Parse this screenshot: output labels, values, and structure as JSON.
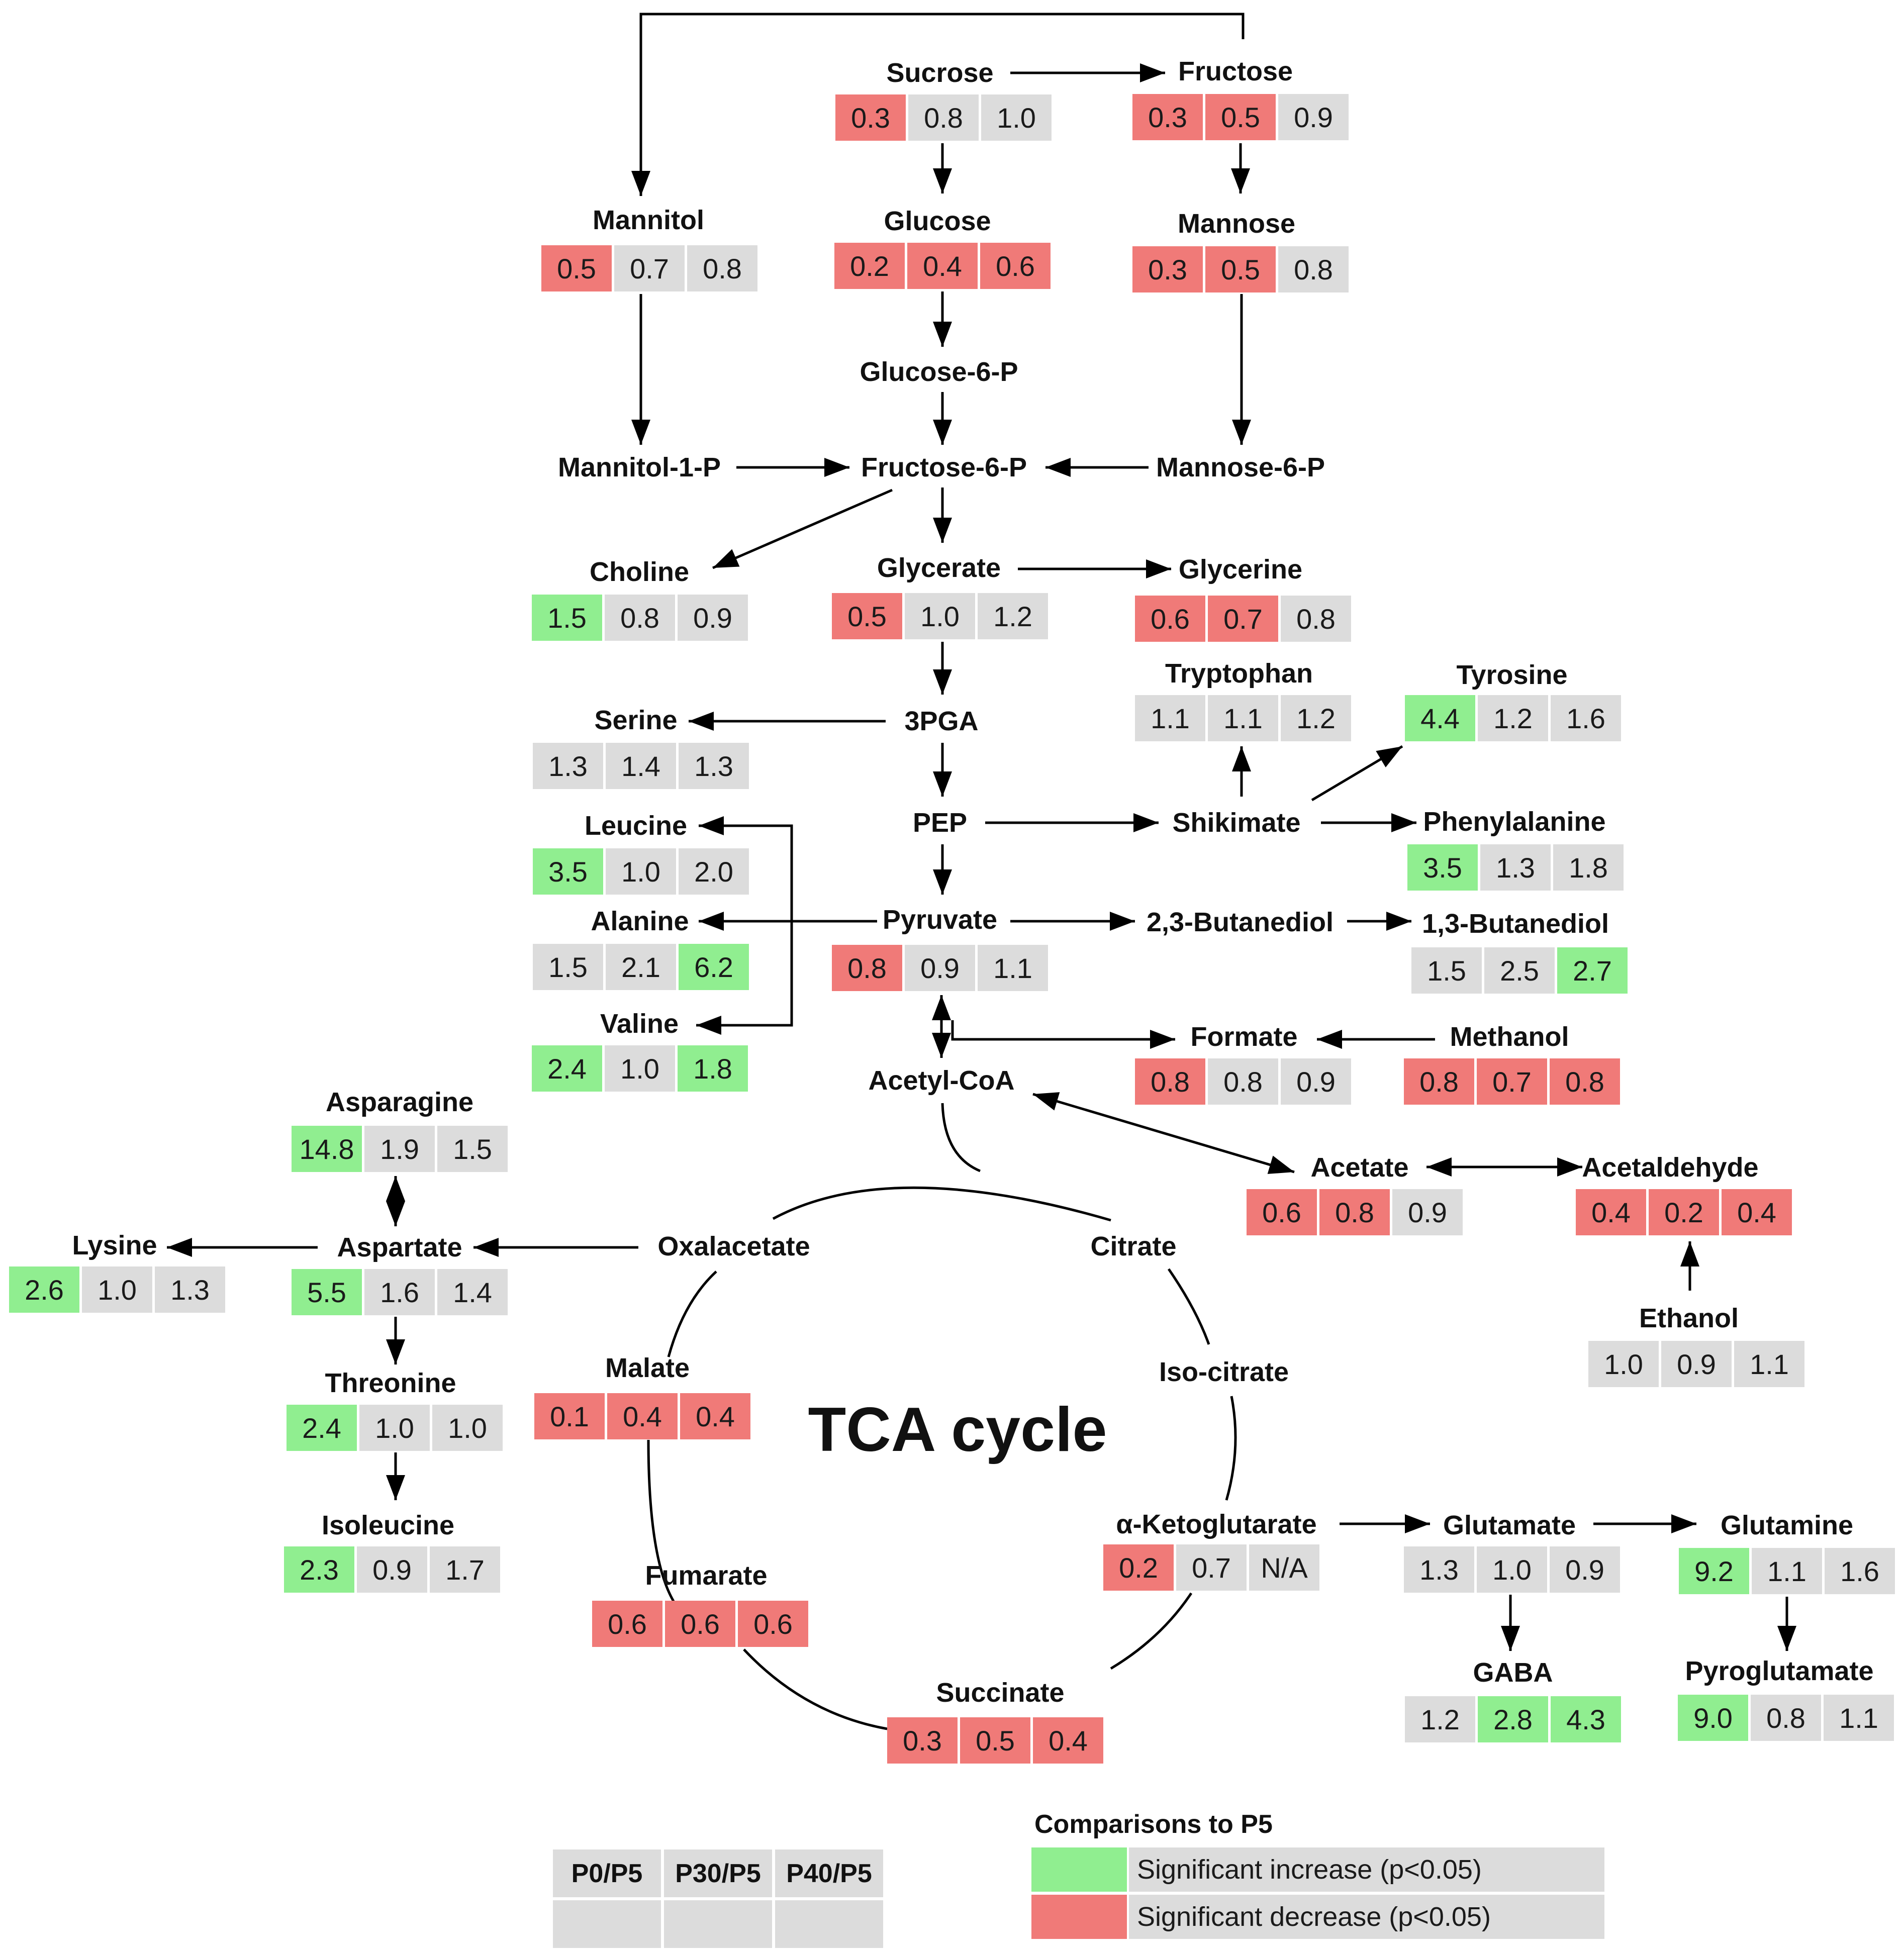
{
  "title": "TCA cycle",
  "metabolites": [
    {
      "id": "sucrose",
      "name": "Sucrose",
      "values": [
        {
          "v": "0.3",
          "s": "down"
        },
        {
          "v": "0.8",
          "s": "ns"
        },
        {
          "v": "1.0",
          "s": "ns"
        }
      ]
    },
    {
      "id": "fructose",
      "name": "Fructose",
      "values": [
        {
          "v": "0.3",
          "s": "down"
        },
        {
          "v": "0.5",
          "s": "down"
        },
        {
          "v": "0.9",
          "s": "ns"
        }
      ]
    },
    {
      "id": "mannitol",
      "name": "Mannitol",
      "values": [
        {
          "v": "0.5",
          "s": "down"
        },
        {
          "v": "0.7",
          "s": "ns"
        },
        {
          "v": "0.8",
          "s": "ns"
        }
      ]
    },
    {
      "id": "glucose",
      "name": "Glucose",
      "values": [
        {
          "v": "0.2",
          "s": "down"
        },
        {
          "v": "0.4",
          "s": "down"
        },
        {
          "v": "0.6",
          "s": "down"
        }
      ]
    },
    {
      "id": "mannose",
      "name": "Mannose",
      "values": [
        {
          "v": "0.3",
          "s": "down"
        },
        {
          "v": "0.5",
          "s": "down"
        },
        {
          "v": "0.8",
          "s": "ns"
        }
      ]
    },
    {
      "id": "choline",
      "name": "Choline",
      "values": [
        {
          "v": "1.5",
          "s": "up"
        },
        {
          "v": "0.8",
          "s": "ns"
        },
        {
          "v": "0.9",
          "s": "ns"
        }
      ]
    },
    {
      "id": "glycerate",
      "name": "Glycerate",
      "values": [
        {
          "v": "0.5",
          "s": "down"
        },
        {
          "v": "1.0",
          "s": "ns"
        },
        {
          "v": "1.2",
          "s": "ns"
        }
      ]
    },
    {
      "id": "glycerine",
      "name": "Glycerine",
      "values": [
        {
          "v": "0.6",
          "s": "down"
        },
        {
          "v": "0.7",
          "s": "down"
        },
        {
          "v": "0.8",
          "s": "ns"
        }
      ]
    },
    {
      "id": "tryptophan",
      "name": "Tryptophan",
      "values": [
        {
          "v": "1.1",
          "s": "ns"
        },
        {
          "v": "1.1",
          "s": "ns"
        },
        {
          "v": "1.2",
          "s": "ns"
        }
      ]
    },
    {
      "id": "tyrosine",
      "name": "Tyrosine",
      "values": [
        {
          "v": "4.4",
          "s": "up"
        },
        {
          "v": "1.2",
          "s": "ns"
        },
        {
          "v": "1.6",
          "s": "ns"
        }
      ]
    },
    {
      "id": "serine",
      "name": "Serine",
      "values": [
        {
          "v": "1.3",
          "s": "ns"
        },
        {
          "v": "1.4",
          "s": "ns"
        },
        {
          "v": "1.3",
          "s": "ns"
        }
      ]
    },
    {
      "id": "leucine",
      "name": "Leucine",
      "values": [
        {
          "v": "3.5",
          "s": "up"
        },
        {
          "v": "1.0",
          "s": "ns"
        },
        {
          "v": "2.0",
          "s": "ns"
        }
      ]
    },
    {
      "id": "phenylalanine",
      "name": "Phenylalanine",
      "values": [
        {
          "v": "3.5",
          "s": "up"
        },
        {
          "v": "1.3",
          "s": "ns"
        },
        {
          "v": "1.8",
          "s": "ns"
        }
      ]
    },
    {
      "id": "alanine",
      "name": "Alanine",
      "values": [
        {
          "v": "1.5",
          "s": "ns"
        },
        {
          "v": "2.1",
          "s": "ns"
        },
        {
          "v": "6.2",
          "s": "up"
        }
      ]
    },
    {
      "id": "pyruvate",
      "name": "Pyruvate",
      "values": [
        {
          "v": "0.8",
          "s": "down"
        },
        {
          "v": "0.9",
          "s": "ns"
        },
        {
          "v": "1.1",
          "s": "ns"
        }
      ]
    },
    {
      "id": "butanediol13",
      "name": "1,3-Butanediol",
      "values": [
        {
          "v": "1.5",
          "s": "ns"
        },
        {
          "v": "2.5",
          "s": "ns"
        },
        {
          "v": "2.7",
          "s": "up"
        }
      ]
    },
    {
      "id": "valine",
      "name": "Valine",
      "values": [
        {
          "v": "2.4",
          "s": "up"
        },
        {
          "v": "1.0",
          "s": "ns"
        },
        {
          "v": "1.8",
          "s": "up"
        }
      ]
    },
    {
      "id": "formate",
      "name": "Formate",
      "values": [
        {
          "v": "0.8",
          "s": "down"
        },
        {
          "v": "0.8",
          "s": "ns"
        },
        {
          "v": "0.9",
          "s": "ns"
        }
      ]
    },
    {
      "id": "methanol",
      "name": "Methanol",
      "values": [
        {
          "v": "0.8",
          "s": "down"
        },
        {
          "v": "0.7",
          "s": "down"
        },
        {
          "v": "0.8",
          "s": "down"
        }
      ]
    },
    {
      "id": "asparagine",
      "name": "Asparagine",
      "values": [
        {
          "v": "14.8",
          "s": "up"
        },
        {
          "v": "1.9",
          "s": "ns"
        },
        {
          "v": "1.5",
          "s": "ns"
        }
      ]
    },
    {
      "id": "acetate",
      "name": "Acetate",
      "values": [
        {
          "v": "0.6",
          "s": "down"
        },
        {
          "v": "0.8",
          "s": "down"
        },
        {
          "v": "0.9",
          "s": "ns"
        }
      ]
    },
    {
      "id": "acetaldehyde",
      "name": "Acetaldehyde",
      "values": [
        {
          "v": "0.4",
          "s": "down"
        },
        {
          "v": "0.2",
          "s": "down"
        },
        {
          "v": "0.4",
          "s": "down"
        }
      ]
    },
    {
      "id": "lysine",
      "name": "Lysine",
      "values": [
        {
          "v": "2.6",
          "s": "up"
        },
        {
          "v": "1.0",
          "s": "ns"
        },
        {
          "v": "1.3",
          "s": "ns"
        }
      ]
    },
    {
      "id": "aspartate",
      "name": "Aspartate",
      "values": [
        {
          "v": "5.5",
          "s": "up"
        },
        {
          "v": "1.6",
          "s": "ns"
        },
        {
          "v": "1.4",
          "s": "ns"
        }
      ]
    },
    {
      "id": "ethanol",
      "name": "Ethanol",
      "values": [
        {
          "v": "1.0",
          "s": "ns"
        },
        {
          "v": "0.9",
          "s": "ns"
        },
        {
          "v": "1.1",
          "s": "ns"
        }
      ]
    },
    {
      "id": "threonine",
      "name": "Threonine",
      "values": [
        {
          "v": "2.4",
          "s": "up"
        },
        {
          "v": "1.0",
          "s": "ns"
        },
        {
          "v": "1.0",
          "s": "ns"
        }
      ]
    },
    {
      "id": "malate",
      "name": "Malate",
      "values": [
        {
          "v": "0.1",
          "s": "down"
        },
        {
          "v": "0.4",
          "s": "down"
        },
        {
          "v": "0.4",
          "s": "down"
        }
      ]
    },
    {
      "id": "isoleucine",
      "name": "Isoleucine",
      "values": [
        {
          "v": "2.3",
          "s": "up"
        },
        {
          "v": "0.9",
          "s": "ns"
        },
        {
          "v": "1.7",
          "s": "ns"
        }
      ]
    },
    {
      "id": "akg",
      "name": "α-Ketoglutarate",
      "values": [
        {
          "v": "0.2",
          "s": "down"
        },
        {
          "v": "0.7",
          "s": "ns"
        },
        {
          "v": "N/A",
          "s": "ns"
        }
      ]
    },
    {
      "id": "glutamate",
      "name": "Glutamate",
      "values": [
        {
          "v": "1.3",
          "s": "ns"
        },
        {
          "v": "1.0",
          "s": "ns"
        },
        {
          "v": "0.9",
          "s": "ns"
        }
      ]
    },
    {
      "id": "glutamine",
      "name": "Glutamine",
      "values": [
        {
          "v": "9.2",
          "s": "up"
        },
        {
          "v": "1.1",
          "s": "ns"
        },
        {
          "v": "1.6",
          "s": "ns"
        }
      ]
    },
    {
      "id": "fumarate",
      "name": "Fumarate",
      "values": [
        {
          "v": "0.6",
          "s": "down"
        },
        {
          "v": "0.6",
          "s": "down"
        },
        {
          "v": "0.6",
          "s": "down"
        }
      ]
    },
    {
      "id": "gaba",
      "name": "GABA",
      "values": [
        {
          "v": "1.2",
          "s": "ns"
        },
        {
          "v": "2.8",
          "s": "up"
        },
        {
          "v": "4.3",
          "s": "up"
        }
      ]
    },
    {
      "id": "pyroglutamate",
      "name": "Pyroglutamate",
      "values": [
        {
          "v": "9.0",
          "s": "up"
        },
        {
          "v": "0.8",
          "s": "ns"
        },
        {
          "v": "1.1",
          "s": "ns"
        }
      ]
    },
    {
      "id": "succinate",
      "name": "Succinate",
      "values": [
        {
          "v": "0.3",
          "s": "down"
        },
        {
          "v": "0.5",
          "s": "down"
        },
        {
          "v": "0.4",
          "s": "down"
        }
      ]
    }
  ],
  "nodes": [
    {
      "id": "glucose6p",
      "name": "Glucose-6-P"
    },
    {
      "id": "mannitol1p",
      "name": "Mannitol-1-P"
    },
    {
      "id": "fructose6p",
      "name": "Fructose-6-P"
    },
    {
      "id": "mannose6p",
      "name": "Mannose-6-P"
    },
    {
      "id": "pga3",
      "name": "3PGA"
    },
    {
      "id": "pep",
      "name": "PEP"
    },
    {
      "id": "shikimate",
      "name": "Shikimate"
    },
    {
      "id": "butanediol23",
      "name": "2,3-Butanediol"
    },
    {
      "id": "acetylcoa",
      "name": "Acetyl-CoA"
    },
    {
      "id": "oxalacetate",
      "name": "Oxalacetate"
    },
    {
      "id": "citrate",
      "name": "Citrate"
    },
    {
      "id": "isocitrate",
      "name": "Iso-citrate"
    }
  ],
  "headers": [
    "P0/P5",
    "P30/P5",
    "P40/P5"
  ],
  "legend": {
    "title": "Comparisons to P5",
    "increase": "Significant increase (p<0.05)",
    "decrease": "Significant decrease (p<0.05)"
  },
  "colors": {
    "up": "#90ee90",
    "down": "#f07a78",
    "ns": "#dcdcdc",
    "line": "#000000"
  }
}
